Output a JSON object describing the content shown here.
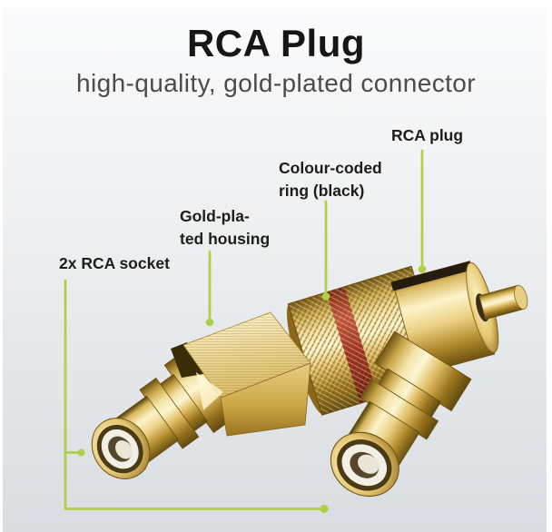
{
  "header": {
    "title": "RCA Plug",
    "subtitle": "high-quality, gold-plated connector"
  },
  "annotations": {
    "rca_plug": {
      "label": "RCA plug"
    },
    "colour_ring": {
      "line1": "Colour-coded",
      "line2": "ring (black)"
    },
    "housing": {
      "line1": "Gold-pla-",
      "line2": "ted housing"
    },
    "sockets": {
      "label": "2x RCA socket"
    }
  },
  "product": {
    "alt": "Gold-plated RCA Y-adapter with two sockets, knurled colour-coded ring and one plug"
  },
  "colors": {
    "accent_green": "#aed045",
    "ring_red": "#a92c28",
    "gold": "#d2ab4e",
    "text_dark": "#161616",
    "label_dark": "#1d1d1b",
    "subtitle_gray": "#4b4b4b",
    "background_top": "#fafbfc",
    "background_bottom": "#d9dde1"
  }
}
